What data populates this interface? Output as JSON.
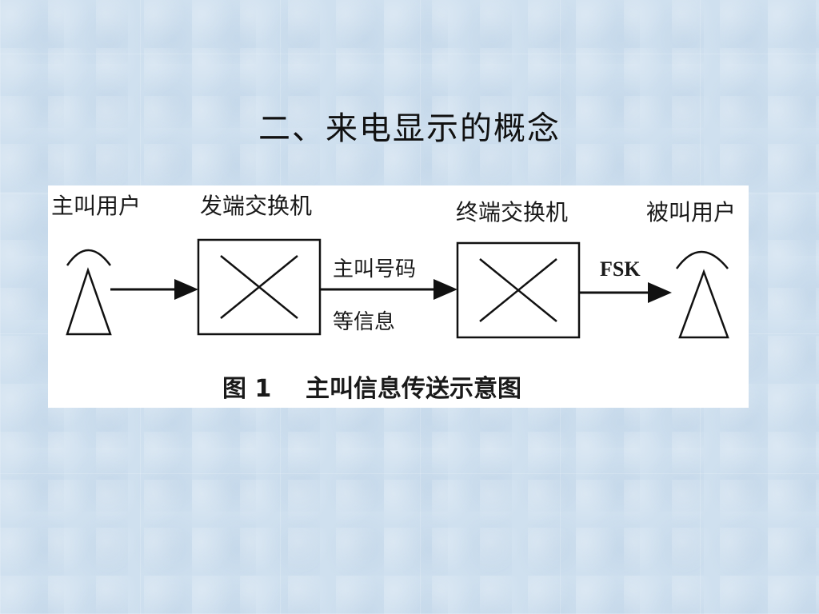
{
  "slide": {
    "title": "二、来电显示的概念"
  },
  "diagram": {
    "calling_user": "主叫用户",
    "origin_exchange": "发端交换机",
    "terminal_exchange": "终端交换机",
    "called_user": "被叫用户",
    "link_label_line1": "主叫号码",
    "link_label_line2": "等信息",
    "fsk_label": "FSK",
    "caption_number": "图 1",
    "caption_text": "主叫信息传送示意图"
  }
}
